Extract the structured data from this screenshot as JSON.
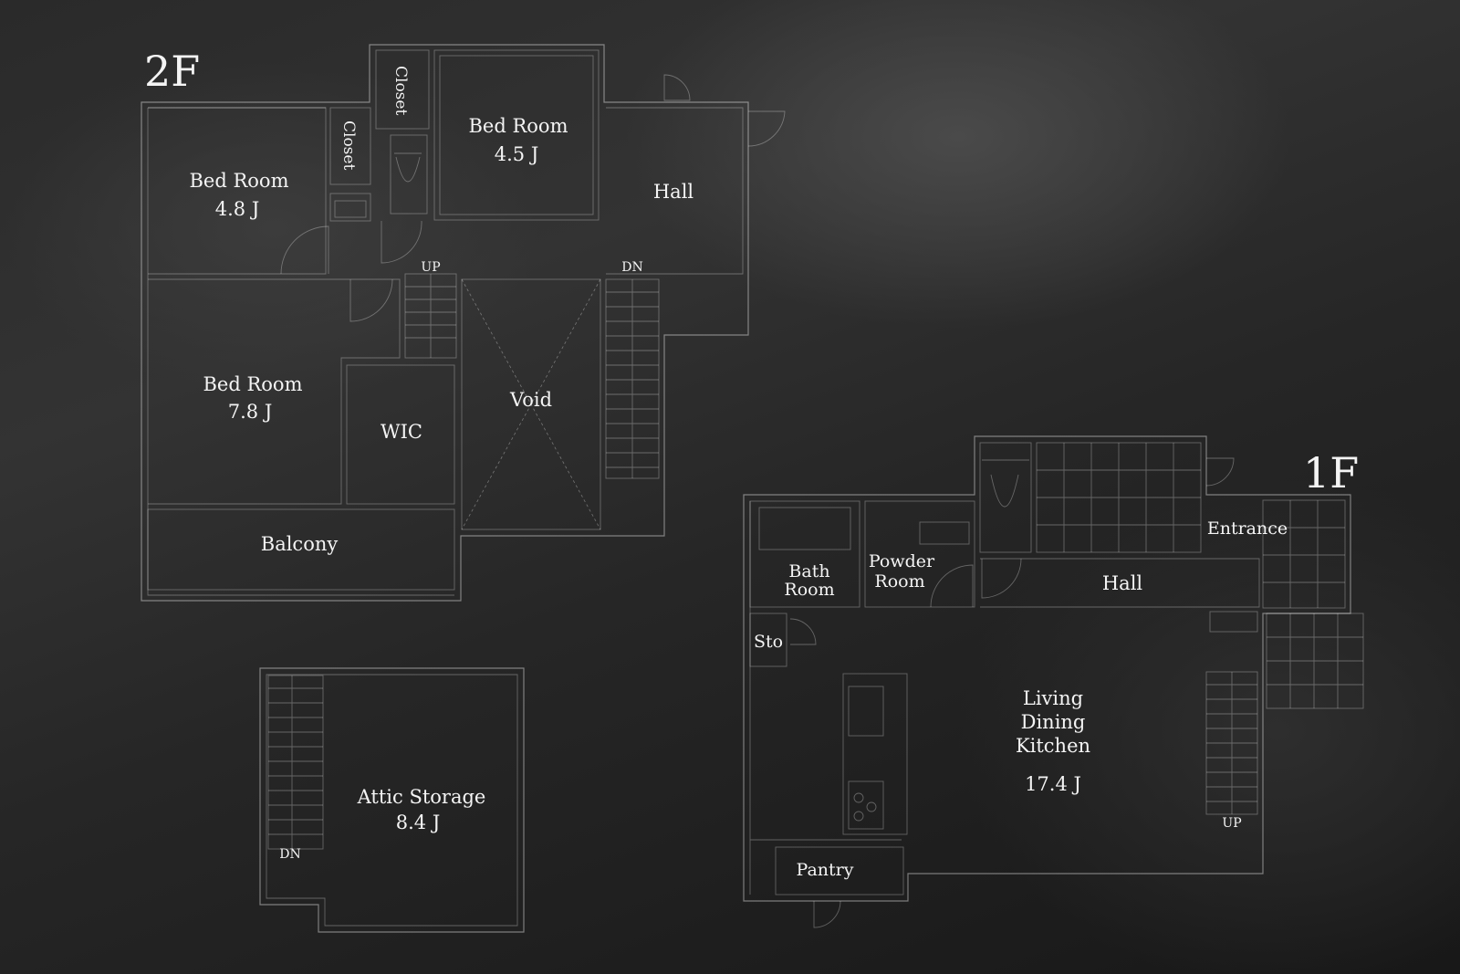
{
  "floor_2f": {
    "title": "2F",
    "bedroom_a": {
      "name": "Bed Room",
      "size": "4.8 J"
    },
    "bedroom_b": {
      "name": "Bed Room",
      "size": "4.5 J"
    },
    "bedroom_c": {
      "name": "Bed Room",
      "size": "7.8 J"
    },
    "closet_a": "Closet",
    "closet_b": "Closet",
    "hall": "Hall",
    "wic": "WIC",
    "void": "Void",
    "balcony": "Balcony",
    "stair_up": "UP",
    "stair_down": "DN"
  },
  "attic": {
    "name": "Attic Storage",
    "size": "8.4 J",
    "stair_down": "DN"
  },
  "floor_1f": {
    "title": "1F",
    "bath": {
      "line1": "Bath",
      "line2": "Room"
    },
    "powder": {
      "line1": "Powder",
      "line2": "Room"
    },
    "entrance": "Entrance",
    "hall": "Hall",
    "storage": "Sto",
    "ldk": {
      "line1": "Living",
      "line2": "Dining",
      "line3": "Kitchen",
      "size": "17.4 J"
    },
    "pantry": "Pantry",
    "stair_up": "UP"
  }
}
